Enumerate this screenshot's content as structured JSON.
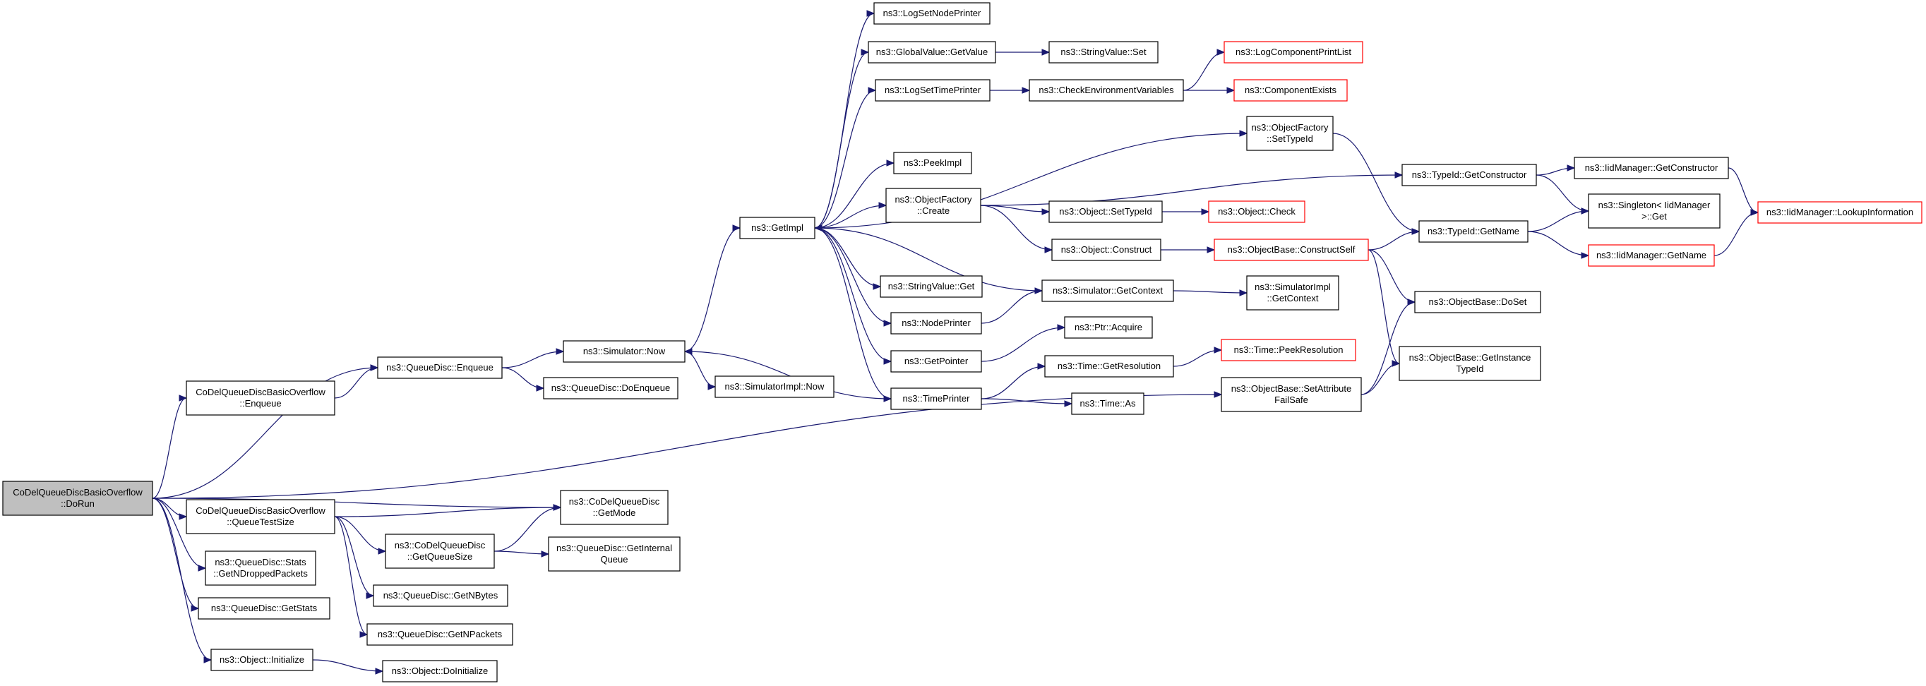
{
  "colors": {
    "edge": "#191970",
    "red_border": "#ff0000",
    "root_fill": "#bfbfbf",
    "node_fill": "#ffffff"
  },
  "nodes": [
    {
      "id": "root",
      "lines": [
        "CoDelQueueDiscBasicOverflow",
        "::DoRun"
      ],
      "style": "root"
    },
    {
      "id": "enq_ov",
      "lines": [
        "CoDelQueueDiscBasicOverflow",
        "::Enqueue"
      ]
    },
    {
      "id": "qd_enq",
      "lines": [
        "ns3::QueueDisc::Enqueue"
      ]
    },
    {
      "id": "sim_now",
      "lines": [
        "ns3::Simulator::Now"
      ]
    },
    {
      "id": "qd_doenq",
      "lines": [
        "ns3::QueueDisc::DoEnqueue"
      ]
    },
    {
      "id": "simimpl_now",
      "lines": [
        "ns3::SimulatorImpl::Now"
      ]
    },
    {
      "id": "getimpl",
      "lines": [
        "ns3::GetImpl"
      ]
    },
    {
      "id": "logsetnode",
      "lines": [
        "ns3::LogSetNodePrinter"
      ]
    },
    {
      "id": "gv_getvalue",
      "lines": [
        "ns3::GlobalValue::GetValue"
      ]
    },
    {
      "id": "sv_set",
      "lines": [
        "ns3::StringValue::Set"
      ]
    },
    {
      "id": "logsettime",
      "lines": [
        "ns3::LogSetTimePrinter"
      ]
    },
    {
      "id": "checkenv",
      "lines": [
        "ns3::CheckEnvironmentVariables"
      ]
    },
    {
      "id": "logcomplist",
      "lines": [
        "ns3::LogComponentPrintList"
      ],
      "style": "red"
    },
    {
      "id": "compexists",
      "lines": [
        "ns3::ComponentExists"
      ],
      "style": "red"
    },
    {
      "id": "of_settypeid",
      "lines": [
        "ns3::ObjectFactory",
        "::SetTypeId"
      ]
    },
    {
      "id": "peekimpl",
      "lines": [
        "ns3::PeekImpl"
      ]
    },
    {
      "id": "of_create",
      "lines": [
        "ns3::ObjectFactory",
        "::Create"
      ]
    },
    {
      "id": "obj_settypeid",
      "lines": [
        "ns3::Object::SetTypeId"
      ]
    },
    {
      "id": "obj_check",
      "lines": [
        "ns3::Object::Check"
      ],
      "style": "red"
    },
    {
      "id": "obj_construct",
      "lines": [
        "ns3::Object::Construct"
      ]
    },
    {
      "id": "ob_constructself",
      "lines": [
        "ns3::ObjectBase::ConstructSelf"
      ],
      "style": "red"
    },
    {
      "id": "tid_getctor",
      "lines": [
        "ns3::TypeId::GetConstructor"
      ]
    },
    {
      "id": "iid_getctor",
      "lines": [
        "ns3::IidManager::GetConstructor"
      ]
    },
    {
      "id": "singleton",
      "lines": [
        "ns3::Singleton< IidManager",
        ">::Get"
      ]
    },
    {
      "id": "iid_lookup",
      "lines": [
        "ns3::IidManager::LookupInformation"
      ],
      "style": "red"
    },
    {
      "id": "tid_getname",
      "lines": [
        "ns3::TypeId::GetName"
      ]
    },
    {
      "id": "iid_getname",
      "lines": [
        "ns3::IidManager::GetName"
      ],
      "style": "red"
    },
    {
      "id": "sv_get",
      "lines": [
        "ns3::StringValue::Get"
      ]
    },
    {
      "id": "sim_getctx",
      "lines": [
        "ns3::Simulator::GetContext"
      ]
    },
    {
      "id": "simimpl_getctx",
      "lines": [
        "ns3::SimulatorImpl",
        "::GetContext"
      ]
    },
    {
      "id": "ob_doset",
      "lines": [
        "ns3::ObjectBase::DoSet"
      ]
    },
    {
      "id": "nodeprinter",
      "lines": [
        "ns3::NodePrinter"
      ]
    },
    {
      "id": "getpointer",
      "lines": [
        "ns3::GetPointer"
      ]
    },
    {
      "id": "ptr_acquire",
      "lines": [
        "ns3::Ptr::Acquire"
      ]
    },
    {
      "id": "ob_getinst",
      "lines": [
        "ns3::ObjectBase::GetInstance",
        "TypeId"
      ]
    },
    {
      "id": "time_getres",
      "lines": [
        "ns3::Time::GetResolution"
      ]
    },
    {
      "id": "time_peekres",
      "lines": [
        "ns3::Time::PeekResolution"
      ],
      "style": "red"
    },
    {
      "id": "timeprinter",
      "lines": [
        "ns3::TimePrinter"
      ]
    },
    {
      "id": "time_as",
      "lines": [
        "ns3::Time::As"
      ]
    },
    {
      "id": "ob_setattr",
      "lines": [
        "ns3::ObjectBase::SetAttribute",
        "FailSafe"
      ]
    },
    {
      "id": "codel_getmode",
      "lines": [
        "ns3::CoDelQueueDisc",
        "::GetMode"
      ]
    },
    {
      "id": "qts",
      "lines": [
        "CoDelQueueDiscBasicOverflow",
        "::QueueTestSize"
      ]
    },
    {
      "id": "codel_getqs",
      "lines": [
        "ns3::CoDelQueueDisc",
        "::GetQueueSize"
      ]
    },
    {
      "id": "qd_getinternal",
      "lines": [
        "ns3::QueueDisc::GetInternal",
        "Queue"
      ]
    },
    {
      "id": "stats_dropped",
      "lines": [
        "ns3::QueueDisc::Stats",
        "::GetNDroppedPackets"
      ]
    },
    {
      "id": "qd_getnbytes",
      "lines": [
        "ns3::QueueDisc::GetNBytes"
      ]
    },
    {
      "id": "qd_getstats",
      "lines": [
        "ns3::QueueDisc::GetStats"
      ]
    },
    {
      "id": "qd_getnpackets",
      "lines": [
        "ns3::QueueDisc::GetNPackets"
      ]
    },
    {
      "id": "obj_init",
      "lines": [
        "ns3::Object::Initialize"
      ]
    },
    {
      "id": "obj_doinit",
      "lines": [
        "ns3::Object::DoInitialize"
      ]
    }
  ],
  "edges": [
    [
      "root",
      "qd_enq"
    ],
    [
      "root",
      "enq_ov"
    ],
    [
      "root",
      "codel_getmode"
    ],
    [
      "root",
      "qts"
    ],
    [
      "root",
      "stats_dropped"
    ],
    [
      "root",
      "qd_getstats"
    ],
    [
      "root",
      "obj_init"
    ],
    [
      "root",
      "ob_setattr"
    ],
    [
      "enq_ov",
      "qd_enq"
    ],
    [
      "qd_enq",
      "sim_now"
    ],
    [
      "qd_enq",
      "qd_doenq"
    ],
    [
      "sim_now",
      "getimpl"
    ],
    [
      "sim_now",
      "simimpl_now"
    ],
    [
      "getimpl",
      "logsetnode"
    ],
    [
      "getimpl",
      "gv_getvalue"
    ],
    [
      "getimpl",
      "logsettime"
    ],
    [
      "getimpl",
      "of_settypeid"
    ],
    [
      "getimpl",
      "peekimpl"
    ],
    [
      "getimpl",
      "of_create"
    ],
    [
      "getimpl",
      "sv_get"
    ],
    [
      "getimpl",
      "nodeprinter"
    ],
    [
      "getimpl",
      "getpointer"
    ],
    [
      "getimpl",
      "timeprinter"
    ],
    [
      "gv_getvalue",
      "sv_set"
    ],
    [
      "logsettime",
      "checkenv"
    ],
    [
      "checkenv",
      "logcomplist"
    ],
    [
      "checkenv",
      "compexists"
    ],
    [
      "of_settypeid",
      "tid_getname"
    ],
    [
      "of_create",
      "obj_settypeid"
    ],
    [
      "of_create",
      "obj_construct"
    ],
    [
      "of_create",
      "tid_getctor"
    ],
    [
      "obj_settypeid",
      "obj_check"
    ],
    [
      "obj_construct",
      "ob_constructself"
    ],
    [
      "ob_constructself",
      "tid_getname"
    ],
    [
      "ob_constructself",
      "ob_doset"
    ],
    [
      "ob_constructself",
      "ob_getinst"
    ],
    [
      "tid_getctor",
      "iid_getctor"
    ],
    [
      "tid_getctor",
      "singleton"
    ],
    [
      "iid_getctor",
      "iid_lookup"
    ],
    [
      "tid_getname",
      "singleton"
    ],
    [
      "tid_getname",
      "iid_getname"
    ],
    [
      "iid_getname",
      "iid_lookup"
    ],
    [
      "sim_getctx",
      "getimpl"
    ],
    [
      "sim_getctx",
      "simimpl_getctx"
    ],
    [
      "nodeprinter",
      "sim_getctx"
    ],
    [
      "getpointer",
      "ptr_acquire"
    ],
    [
      "timeprinter",
      "sim_now"
    ],
    [
      "timeprinter",
      "time_getres"
    ],
    [
      "timeprinter",
      "time_as"
    ],
    [
      "time_getres",
      "time_peekres"
    ],
    [
      "ob_setattr",
      "ob_doset"
    ],
    [
      "ob_setattr",
      "ob_getinst"
    ],
    [
      "qts",
      "codel_getmode"
    ],
    [
      "qts",
      "codel_getqs"
    ],
    [
      "qts",
      "qd_getnbytes"
    ],
    [
      "qts",
      "qd_getnpackets"
    ],
    [
      "codel_getqs",
      "codel_getmode"
    ],
    [
      "codel_getqs",
      "qd_getinternal"
    ],
    [
      "obj_init",
      "obj_doinit"
    ]
  ]
}
